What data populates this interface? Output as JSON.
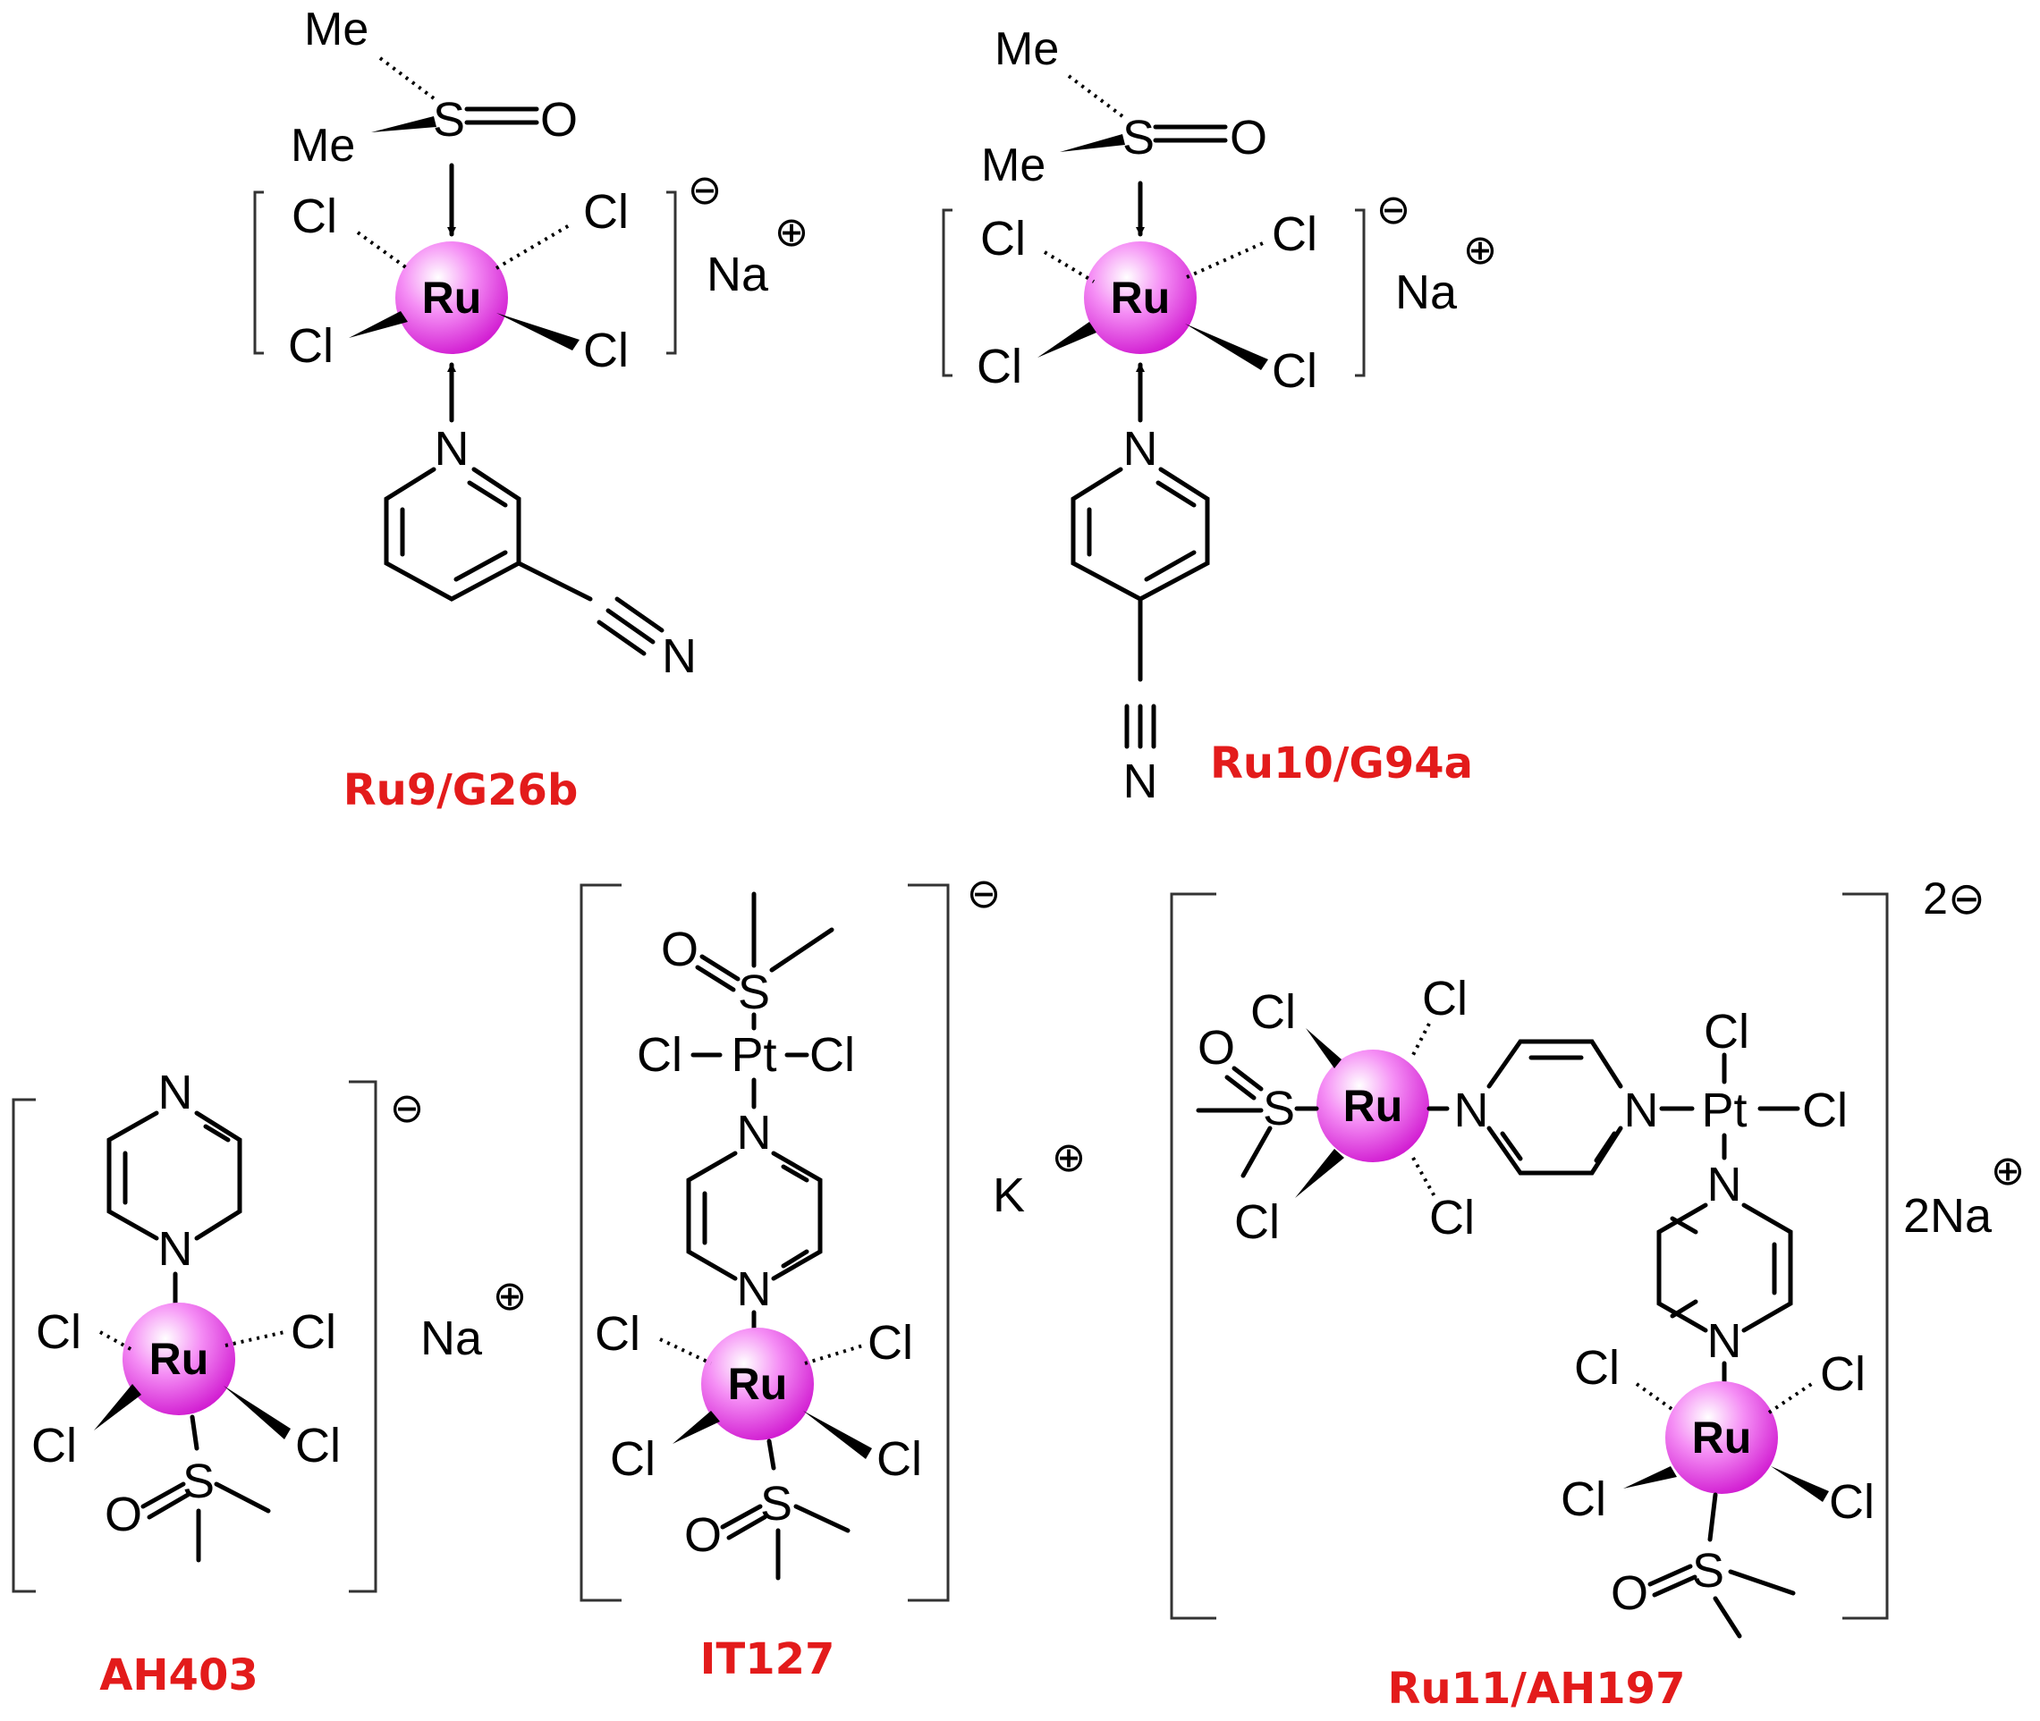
{
  "colors": {
    "caption": "#e31b1b",
    "ruthenium_sphere": "#ee33ee",
    "bond": "#000000"
  },
  "compounds": [
    {
      "id": "ru9",
      "caption": "Ru9/G26b",
      "metal": "Ru",
      "ligand_labels": [
        "Cl",
        "Cl",
        "Cl",
        "Cl"
      ],
      "sulfoxide": {
        "methyl_1": "Me",
        "methyl_2": "Me",
        "sulfur": "S",
        "oxygen": "O"
      },
      "nitrogen_labels": [
        "N",
        "N"
      ],
      "charge": "⊖",
      "counterion": {
        "symbol": "Na",
        "charge": "⊕"
      }
    },
    {
      "id": "ru10",
      "caption": "Ru10/G94a",
      "metal": "Ru",
      "ligand_labels": [
        "Cl",
        "Cl",
        "Cl",
        "Cl"
      ],
      "sulfoxide": {
        "methyl_1": "Me",
        "methyl_2": "Me",
        "sulfur": "S",
        "oxygen": "O"
      },
      "nitrogen_labels": [
        "N",
        "N"
      ],
      "charge": "⊖",
      "counterion": {
        "symbol": "Na",
        "charge": "⊕"
      }
    },
    {
      "id": "ah403",
      "caption": "AH403",
      "metal": "Ru",
      "ligand_labels": [
        "Cl",
        "Cl",
        "Cl",
        "Cl"
      ],
      "sulfoxide": {
        "sulfur": "S",
        "oxygen": "O"
      },
      "nitrogen_labels": [
        "N",
        "N"
      ],
      "charge": "⊖",
      "counterion": {
        "symbol": "Na",
        "charge": "⊕"
      }
    },
    {
      "id": "it127",
      "caption": "IT127",
      "metal": "Ru",
      "platinum": "Pt",
      "ligand_labels": [
        "Cl",
        "Cl",
        "Cl",
        "Cl",
        "Cl",
        "Cl"
      ],
      "sulfoxide": {
        "sulfur": "S",
        "oxygen": "O"
      },
      "nitrogen_labels": [
        "N",
        "N"
      ],
      "charge": "⊖",
      "counterion": {
        "symbol": "K",
        "charge": "⊕"
      }
    },
    {
      "id": "ru11",
      "caption": "Ru11/AH197",
      "metal": "Ru",
      "platinum": "Pt",
      "ligand_labels": [
        "Cl",
        "Cl",
        "Cl",
        "Cl",
        "Cl",
        "Cl",
        "Cl",
        "Cl",
        "Cl",
        "Cl"
      ],
      "sulfoxide": {
        "sulfur": "S",
        "oxygen": "O"
      },
      "nitrogen_labels": [
        "N",
        "N",
        "N",
        "N"
      ],
      "charge": "2⊖",
      "counterion": {
        "symbol": "2Na",
        "charge": "⊕"
      }
    }
  ]
}
